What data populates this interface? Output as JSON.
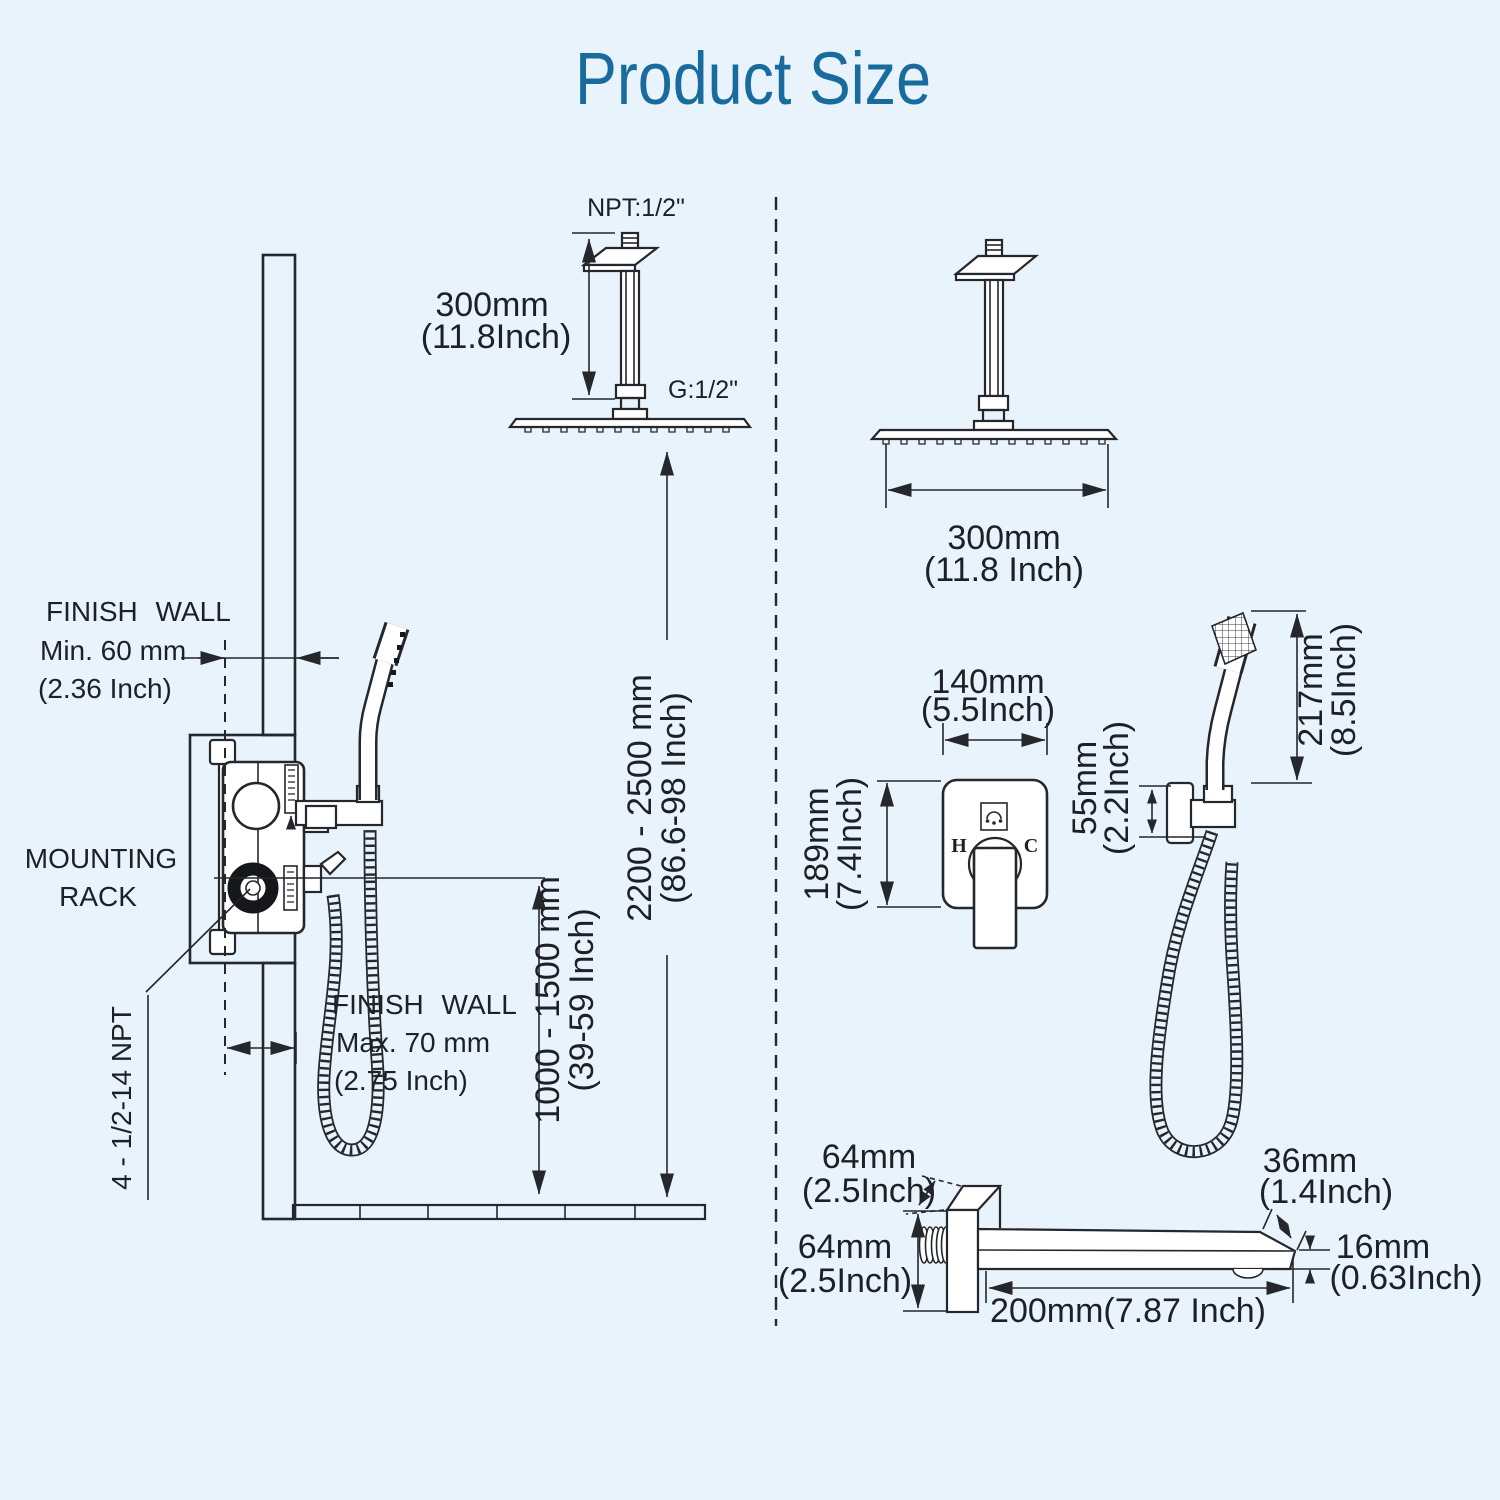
{
  "title": "Product Size",
  "left": {
    "finish_wall": "FINISH WALL",
    "min60": "Min. 60 mm",
    "min60_in": "(2.36 Inch)",
    "mounting": "MOUNTING",
    "rack": "RACK",
    "npt4": "4 - 1/2-14 NPT",
    "finish_wall2": "FINISH WALL",
    "max70": "Max. 70 mm",
    "max70_in": "(2.75 Inch)",
    "h2200": "2200 - 2500 mm",
    "h2200_in": "(86.6-98 Inch)",
    "h1000": "1000 - 1500 mm",
    "h1000_in": "(39-59 Inch)",
    "arm_npt": "NPT:1/2\"",
    "arm_len": "300mm",
    "arm_len_in": "(11.8Inch)",
    "arm_g": "G:1/2\""
  },
  "right": {
    "head_w": "300mm",
    "head_w_in": "(11.8 Inch)",
    "valve_w": "140mm",
    "valve_w_in": "(5.5Inch)",
    "valve_h": "189mm",
    "valve_h_in": "(7.4Inch)",
    "hot": "H",
    "cold": "C",
    "holder_h": "55mm",
    "holder_h_in": "(2.2Inch)",
    "hand_len": "217mm",
    "hand_len_in": "(8.5Inch)",
    "spout_d": "64mm",
    "spout_d_in": "(2.5Inch)",
    "spout_h": "64mm",
    "spout_h_in": "(2.5Inch)",
    "spout_tip": "36mm",
    "spout_tip_in": "(1.4Inch)",
    "spout_t": "16mm",
    "spout_t_in": "(0.63Inch)",
    "spout_len": "200mm(7.87 Inch)"
  },
  "colors": {
    "background": "#e8f3fc",
    "title": "#1a6b9d",
    "line": "#24272b",
    "wall": "#b2bac3",
    "mortar": "#edf2f6"
  }
}
